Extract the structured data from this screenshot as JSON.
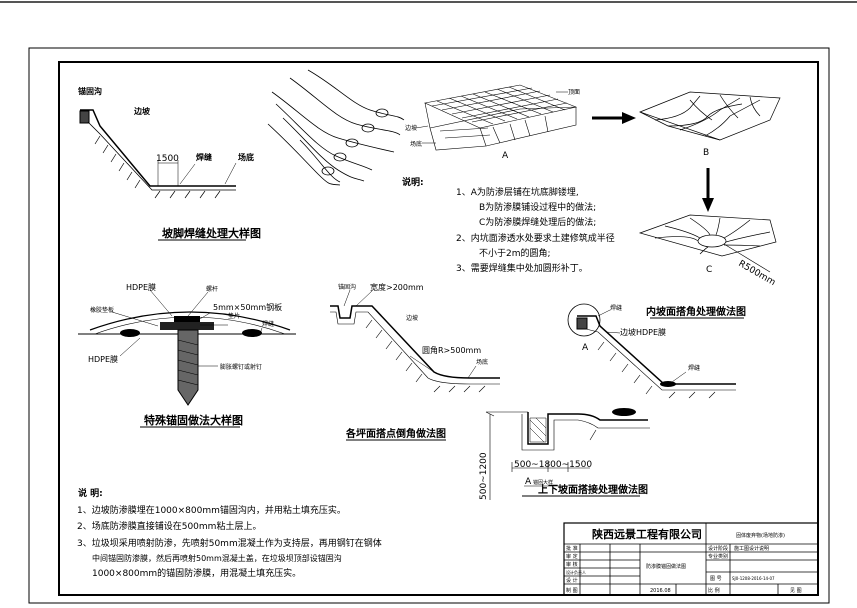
{
  "detail_anchor": {
    "trench": "锚固沟",
    "slope": "边坡",
    "dim": "1500",
    "weld": "焊缝",
    "bottom": "场底",
    "title": "坡脚焊缝处理大样图"
  },
  "panel_A": {
    "label": "A",
    "slope": "边坡",
    "bottom": "场底",
    "top": "顶面"
  },
  "panel_B": {
    "label": "B"
  },
  "panel_C": {
    "label": "C",
    "radius": "R500mm"
  },
  "notes1": {
    "head": "说明:",
    "items": [
      "1、A为防渗层铺在坑底脚镂埋,",
      "B为防渗膜铺设过程中的做法;",
      "C为防渗膜焊缝处理后的做法;",
      "2、内坑面渗透水处要求土建修筑成半径",
      "不小于2m的圆角;",
      "3、需要焊缝集中处加圆形补丁。"
    ]
  },
  "detail_special": {
    "hdpe_top": "HDPE膜",
    "bolt": "螺杆",
    "plate": "5mm×50mm钢板",
    "gasket": "垫片",
    "rubber": "橡胶垫板",
    "weld": "焊缝",
    "hdpe_bottom": "HDPE膜",
    "nail": "膨胀螺钉或射钉",
    "title": "特殊锚固做法大样图"
  },
  "detail_slope": {
    "trench": "锚固沟",
    "width": "宽度>200mm",
    "slope": "边坡",
    "radius": "圆角R>500mm",
    "bottom": "场底",
    "title": "各坪面搭点倒角做法图"
  },
  "detail_inner": {
    "weld": "焊缝",
    "title": "内坡面搭角处理做法图",
    "hdpe": "边坡HDPE膜",
    "label": "A",
    "weld2": "焊缝"
  },
  "detail_updown": {
    "dim_v": "500~1200",
    "dim_h": "500~1800~1500",
    "label_a": "A",
    "label_a_sub": "锚固大样",
    "title": "上下坡面搭接处理做法图"
  },
  "notes2": {
    "head": "说  明:",
    "items": [
      "1、边坡防渗膜埋在1000×800mm锚固沟内，并用粘土填充压实。",
      "2、场底防渗膜直接铺设在500mm粘土层上。",
      "3、垃圾坝采用喷射防渗，先喷射50mm混凝土作为支持层，再用钢钉在钢体",
      "中间锚固防渗膜，然后再喷射50mm混凝土盖，在垃圾坝顶部设锚固沟",
      "1000×800mm的锚固防渗膜，用混凝土填充压实。"
    ]
  },
  "title_block": {
    "company": "陕西远景工程有限公司",
    "project": "固体废弃物(场地防渗)",
    "drawing_name": "防渗膜锚固做法图",
    "date": "2016.08",
    "row_labels": [
      "批 准",
      "审 定",
      "审 核",
      "设计负责人",
      "设 计",
      "制 图"
    ],
    "right_labels": [
      "设计阶段",
      "专业类别",
      "图 号",
      "比 例"
    ],
    "right_values": [
      "施工图设计说明",
      "",
      "SJ0-1208-2016-14-07",
      "见 图"
    ]
  }
}
